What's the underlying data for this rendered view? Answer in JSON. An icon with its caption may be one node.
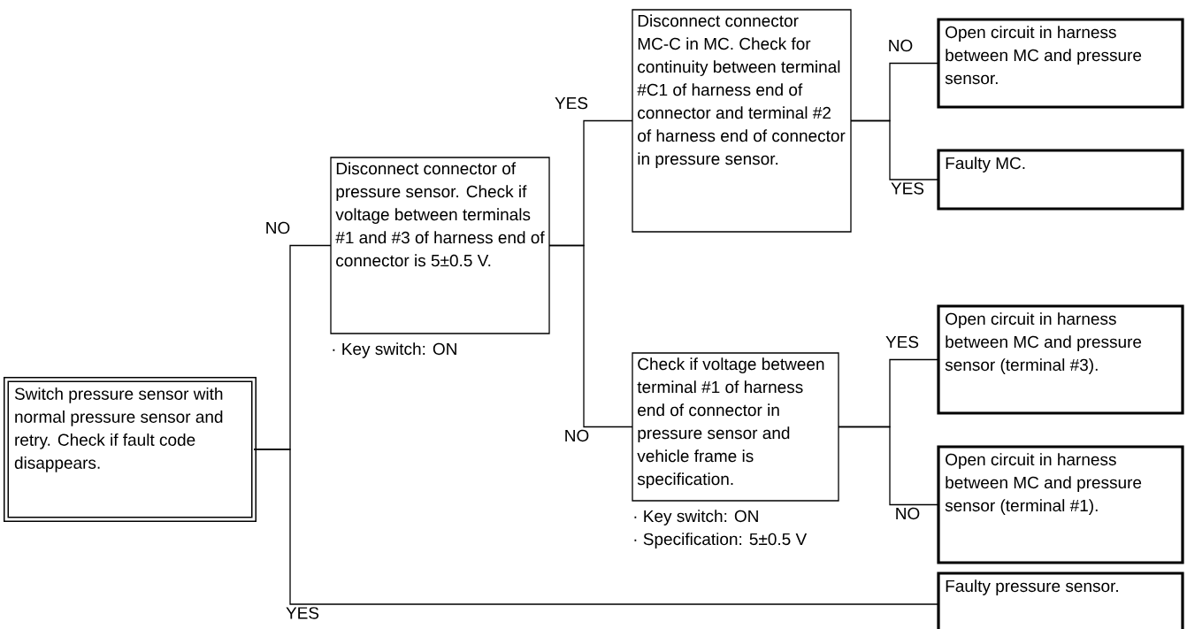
{
  "diagram": {
    "nodes": [
      {
        "text": [
          "Switch pressure sensor with normal pressure sensor and retry. Check if fault code disappears."
        ]
      },
      {
        "text": [
          "Disconnect connector of pressure sensor. Check if voltage between terminals #1 and #3 of harness end of connector is 5±0.5 V."
        ],
        "beside": [
          "· Key switch: ON"
        ]
      },
      {
        "text": [
          "Disconnect connector MC-C in MC. Check for continuity between terminal #C1 of harness end of connector and terminal #2 of harness end of connector in pressure sensor."
        ]
      },
      {
        "text": [
          "Check if voltage between terminal #1 of harness end of connector in pressure sensor and vehicle frame is specification."
        ],
        "beside": [
          "· Key switch: ON",
          "· Specification: 5±0.5 V"
        ]
      },
      {
        "text": [
          "Open circuit in harness between MC and pressure sensor."
        ]
      },
      {
        "text": [
          "Faulty MC."
        ]
      },
      {
        "text": [
          "Open circuit in harness between MC and pressure sensor (terminal #3)."
        ]
      },
      {
        "text": [
          "Open circuit in harness between MC and pressure sensor (terminal #1)."
        ]
      },
      {
        "text": [
          "Faulty pressure sensor."
        ]
      }
    ],
    "edges": [
      {
        "from": 0,
        "to": 1,
        "arrow": "none",
        "label": "NO"
      },
      {
        "from": 0,
        "to": 8,
        "arrow": "none",
        "label": "YES"
      },
      {
        "from": 1,
        "to": 2,
        "arrow": "none",
        "label": "YES"
      },
      {
        "from": 1,
        "to": 3,
        "arrow": "none",
        "label": "NO"
      },
      {
        "from": 2,
        "to": 4,
        "arrow": "none",
        "label": "NO"
      },
      {
        "from": 2,
        "to": 5,
        "arrow": "none",
        "label": "YES"
      },
      {
        "from": 3,
        "to": 6,
        "arrow": "none",
        "label": "YES"
      },
      {
        "from": 3,
        "to": 7,
        "arrow": "none",
        "label": "NO"
      }
    ]
  }
}
